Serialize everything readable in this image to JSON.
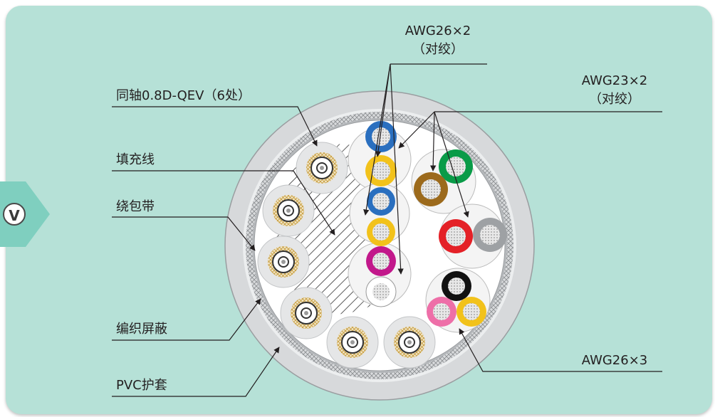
{
  "section_marker": "V",
  "labels": {
    "coax": "同轴0.8D-QEV（6处）",
    "filler": "填充线",
    "tape": "绕包带",
    "braid": "编织屏蔽",
    "jacket": "PVC护套",
    "awg26x2": "AWG26×2",
    "awg26x2_note": "（对绞）",
    "awg23x2": "AWG23×2",
    "awg23x2_note": "（对绞）",
    "awg26x3": "AWG26×3"
  },
  "colors": {
    "panel": "#b6e1d7",
    "badge": "#7fcfbf",
    "jacket": "#d7d9db",
    "braid": "#a7a9ac",
    "copper": "#c9a24a",
    "blue": "#2a6fbf",
    "yellow": "#f2c21b",
    "magenta": "#c2188b",
    "green": "#0a9b48",
    "brown": "#9c6a1c",
    "red": "#e42127",
    "gray": "#9ea1a4",
    "black": "#111111",
    "pink": "#ee6fa8"
  }
}
